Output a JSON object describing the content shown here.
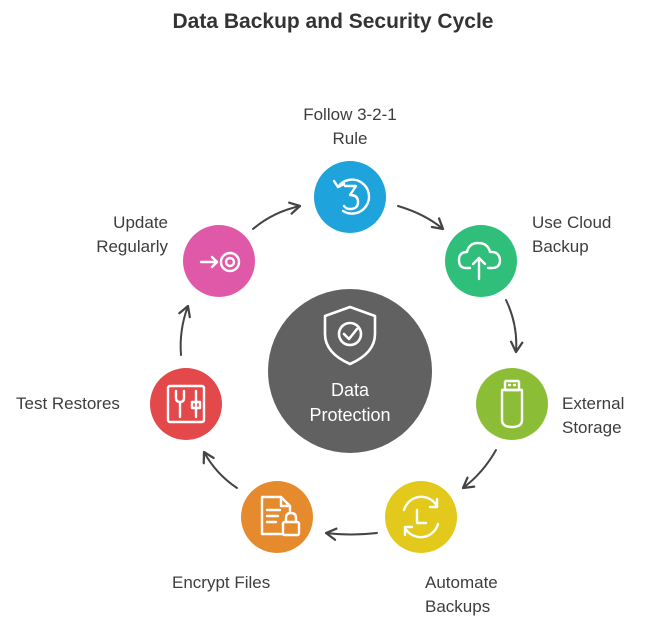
{
  "title": "Data Backup and Security Cycle",
  "center": {
    "line1": "Data",
    "line2": "Protection",
    "icon": "shield-check-icon",
    "color": "#616161"
  },
  "nodes": [
    {
      "id": "follow-rule",
      "line1": "Follow 3-2-1",
      "line2": "Rule",
      "icon": "three-refresh-icon",
      "color": "#1fa3dc"
    },
    {
      "id": "cloud-backup",
      "line1": "Use Cloud",
      "line2": "Backup",
      "icon": "cloud-upload-icon",
      "color": "#2fbf7a"
    },
    {
      "id": "external-storage",
      "line1": "External",
      "line2": "Storage",
      "icon": "usb-drive-icon",
      "color": "#8cbd36"
    },
    {
      "id": "automate-backups",
      "line1": "Automate",
      "line2": "Backups",
      "icon": "clock-refresh-icon",
      "color": "#e3c91c"
    },
    {
      "id": "encrypt-files",
      "line1": "Encrypt Files",
      "line2": "",
      "icon": "file-lock-icon",
      "color": "#e68a2e"
    },
    {
      "id": "test-restores",
      "line1": "Test Restores",
      "line2": "",
      "icon": "tools-icon",
      "color": "#e3494b"
    },
    {
      "id": "update-regularly",
      "line1": "Update",
      "line2": "Regularly",
      "icon": "arrow-into-circle-icon",
      "color": "#e059a9"
    }
  ]
}
